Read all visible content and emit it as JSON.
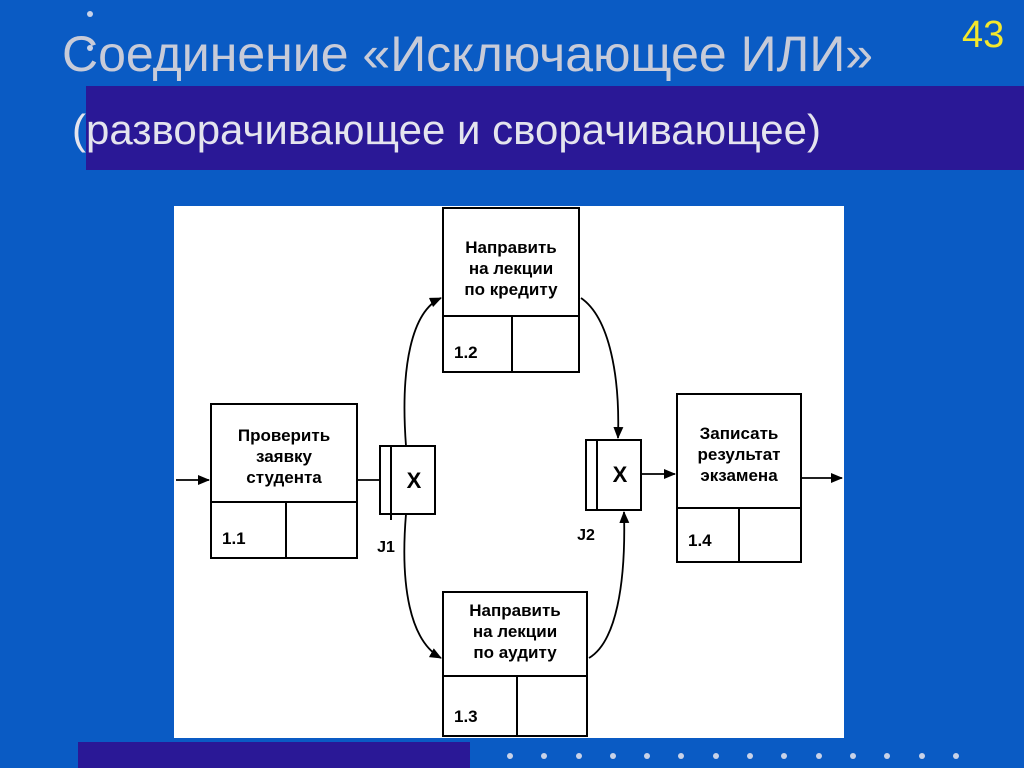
{
  "slide": {
    "title": "Соединение «Исключающее ИЛИ»",
    "subtitle": "(разворачивающее и сворачивающее)",
    "page_number": "43"
  },
  "diagram": {
    "boxes": {
      "b11": {
        "lines": [
          "Проверить",
          "заявку",
          "студента"
        ],
        "number": "1.1"
      },
      "b12": {
        "lines": [
          "Направить",
          "на лекции",
          "по кредиту"
        ],
        "number": "1.2"
      },
      "b13": {
        "lines": [
          "Направить",
          "на лекции",
          "по аудиту"
        ],
        "number": "1.3"
      },
      "b14": {
        "lines": [
          "Записать",
          "результат",
          "экзамена"
        ],
        "number": "1.4"
      }
    },
    "junctions": {
      "j1": {
        "type": "X",
        "name": "J1"
      },
      "j2": {
        "type": "X",
        "name": "J2"
      }
    }
  }
}
